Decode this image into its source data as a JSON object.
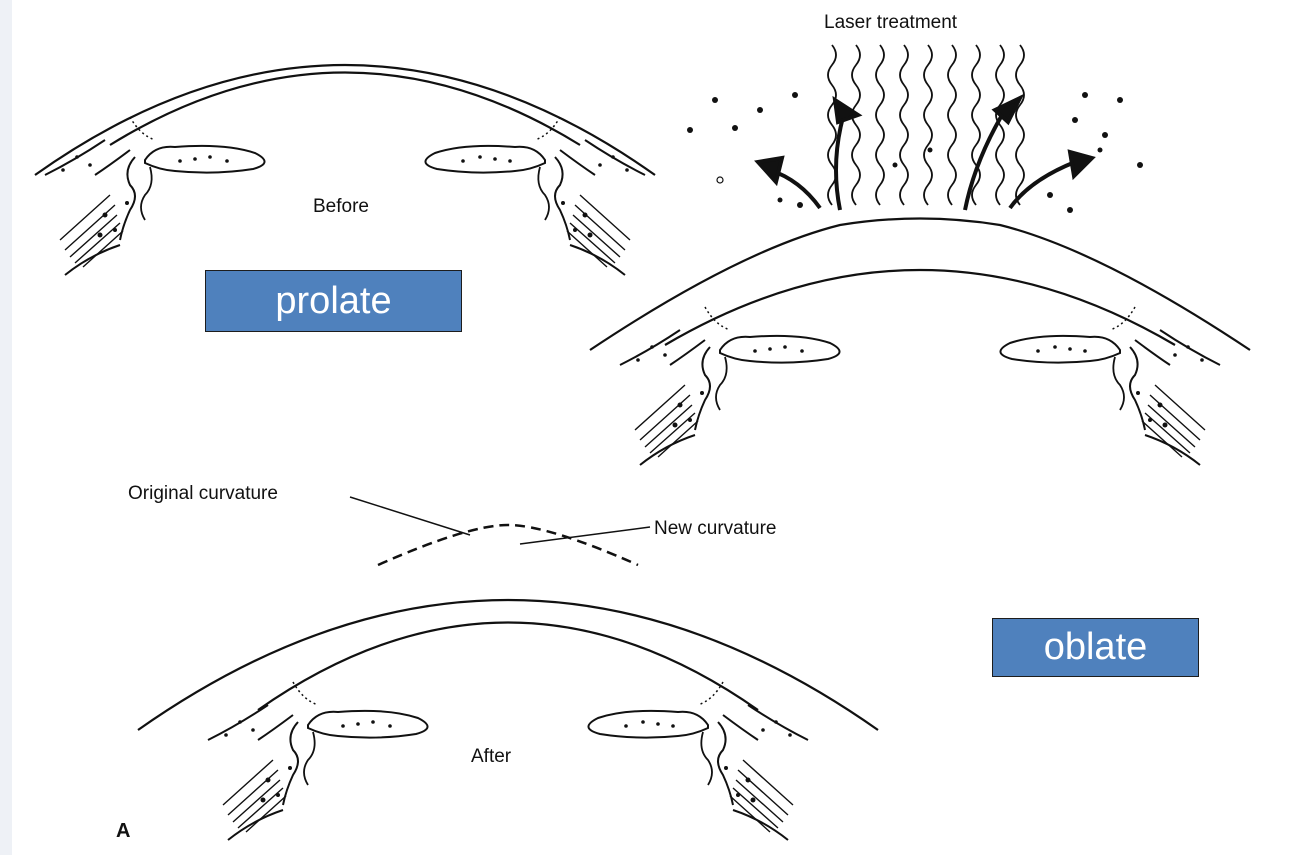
{
  "labels": {
    "before": "Before",
    "laser_treatment": "Laser treatment",
    "original_curvature": "Original curvature",
    "new_curvature": "New curvature",
    "after": "After",
    "panel_letter": "A"
  },
  "boxes": {
    "prolate": "prolate",
    "oblate": "oblate"
  },
  "colors": {
    "box_fill": "#4f81bd",
    "box_text": "#ffffff",
    "line": "#111111"
  }
}
